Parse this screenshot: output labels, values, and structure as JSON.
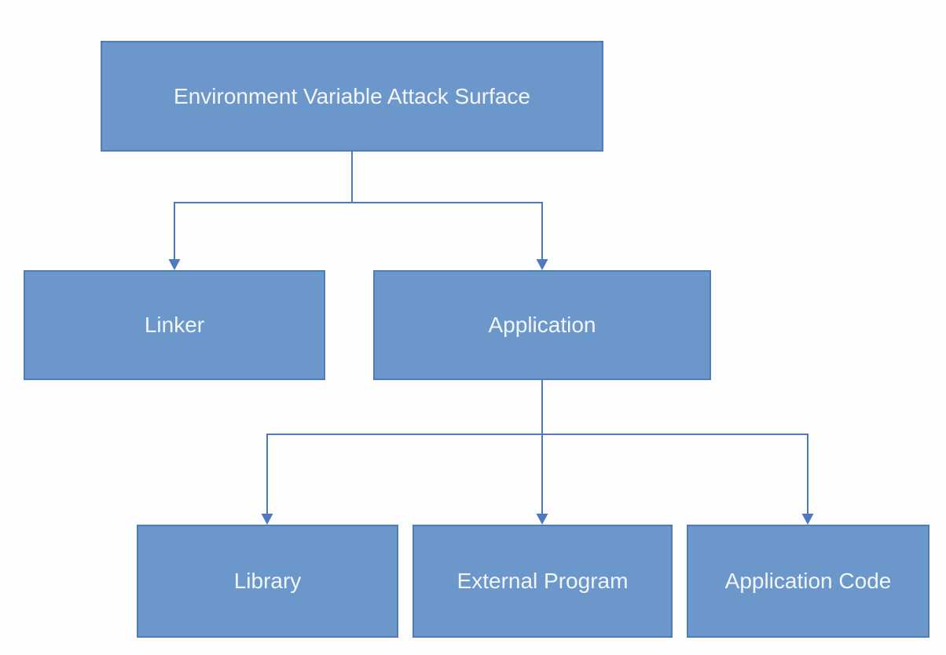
{
  "diagram": {
    "type": "hierarchy",
    "nodes": {
      "root": {
        "label": "Environment Variable Attack Surface"
      },
      "linker": {
        "label": "Linker"
      },
      "application": {
        "label": "Application"
      },
      "library": {
        "label": "Library"
      },
      "external_program": {
        "label": "External Program"
      },
      "application_code": {
        "label": "Application Code"
      }
    },
    "edges": [
      {
        "from": "Environment Variable Attack Surface",
        "to": "Linker"
      },
      {
        "from": "Environment Variable Attack Surface",
        "to": "Application"
      },
      {
        "from": "Application",
        "to": "Library"
      },
      {
        "from": "Application",
        "to": "External Program"
      },
      {
        "from": "Application",
        "to": "Application Code"
      }
    ],
    "colors": {
      "node_fill": "#6c97ca",
      "node_border": "#4f7db5",
      "connector": "#4b7bbe",
      "text": "#f2f6fb",
      "background": "#fefefe"
    }
  }
}
